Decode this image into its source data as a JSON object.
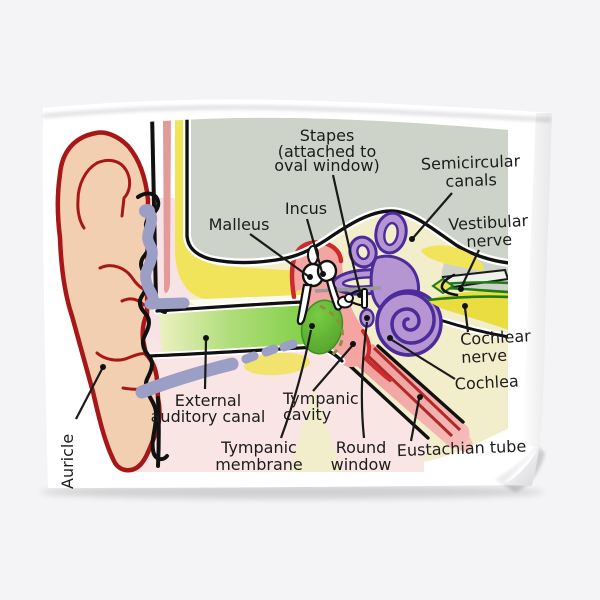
{
  "diagram": {
    "labels": {
      "stapes": {
        "lines": [
          "Stapes",
          "(attached to",
          "oval window)"
        ]
      },
      "semicircular_canals": {
        "lines": [
          "Semicircular",
          "canals"
        ]
      },
      "vestibular_nerve": {
        "lines": [
          "Vestibular",
          "nerve"
        ]
      },
      "incus": {
        "lines": [
          "Incus"
        ]
      },
      "malleus": {
        "lines": [
          "Malleus"
        ]
      },
      "cochlear_nerve": {
        "lines": [
          "Cochlear",
          "nerve"
        ]
      },
      "cochlea": {
        "lines": [
          "Cochlea"
        ]
      },
      "external_auditory_canal": {
        "lines": [
          "External",
          "auditory canal"
        ]
      },
      "tympanic_cavity": {
        "lines": [
          "Tympanic",
          "cavity"
        ]
      },
      "tympanic_membrane": {
        "lines": [
          "Tympanic",
          "membrane"
        ]
      },
      "round_window": {
        "lines": [
          "Round",
          "window"
        ]
      },
      "eustachian_tube": {
        "lines": [
          "Eustachian tube"
        ]
      },
      "auricle": {
        "lines": [
          "Auricle"
        ]
      }
    },
    "colors": {
      "background_gray_green": "#cdd3c9",
      "bone_cream": "#f2edcb",
      "bone_marrow_yellow": "#f1e35a",
      "nerve_wedge_yellow": "#e9dd42",
      "canal_green_bright": "#7bce41",
      "tympanic_membrane_green": "#4f9f28",
      "middle_ear_pink": "#f4a5a1",
      "cavity_outline_red": "#cc2b2b",
      "soft_tissue_pink": "#f8e5e4",
      "canal_skin_pink": "#f7e3e6",
      "cartilage_blue_gray": "#9b9ec5",
      "inner_ear_purple": "#b596d2",
      "inner_ear_outline_purple": "#4c2b9a",
      "nerve_green": "#1e7d18",
      "skin_peach": "#f3cfb2",
      "ear_outline_red": "#a81717",
      "rose_stripe": "#e29a9a",
      "label_text": "#1c1c1c"
    }
  }
}
